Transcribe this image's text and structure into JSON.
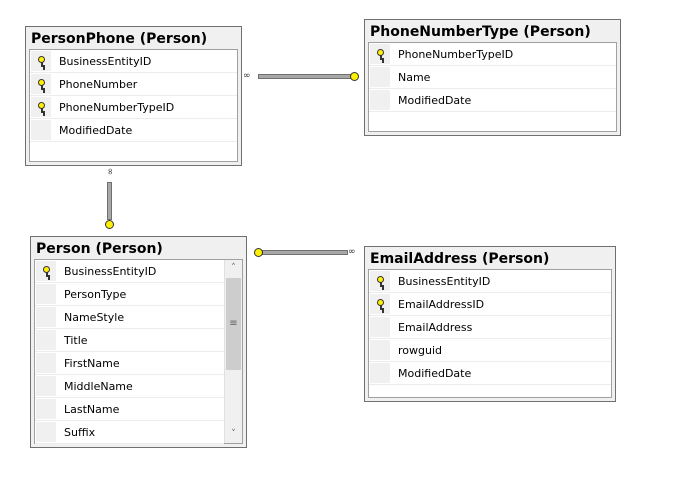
{
  "tables": [
    {
      "id": "personphone",
      "title": "PersonPhone (Person)",
      "columns": [
        {
          "name": "BusinessEntityID",
          "pk": true
        },
        {
          "name": "PhoneNumber",
          "pk": true
        },
        {
          "name": "PhoneNumberTypeID",
          "pk": true
        },
        {
          "name": "ModifiedDate",
          "pk": false
        }
      ]
    },
    {
      "id": "phonenumbertype",
      "title": "PhoneNumberType (Person)",
      "columns": [
        {
          "name": "PhoneNumberTypeID",
          "pk": true
        },
        {
          "name": "Name",
          "pk": false
        },
        {
          "name": "ModifiedDate",
          "pk": false
        }
      ]
    },
    {
      "id": "person",
      "title": "Person (Person)",
      "scrollable": true,
      "columns": [
        {
          "name": "BusinessEntityID",
          "pk": true
        },
        {
          "name": "PersonType",
          "pk": false
        },
        {
          "name": "NameStyle",
          "pk": false
        },
        {
          "name": "Title",
          "pk": false
        },
        {
          "name": "FirstName",
          "pk": false
        },
        {
          "name": "MiddleName",
          "pk": false
        },
        {
          "name": "LastName",
          "pk": false
        },
        {
          "name": "Suffix",
          "pk": false
        }
      ]
    },
    {
      "id": "emailaddress",
      "title": "EmailAddress (Person)",
      "columns": [
        {
          "name": "BusinessEntityID",
          "pk": true
        },
        {
          "name": "EmailAddressID",
          "pk": true
        },
        {
          "name": "EmailAddress",
          "pk": false
        },
        {
          "name": "rowguid",
          "pk": false
        },
        {
          "name": "ModifiedDate",
          "pk": false
        }
      ]
    }
  ],
  "relationships": [
    {
      "from": "PersonPhone",
      "to": "PhoneNumberType",
      "type": "many-to-one"
    },
    {
      "from": "PersonPhone",
      "to": "Person",
      "type": "many-to-one"
    },
    {
      "from": "EmailAddress",
      "to": "Person",
      "type": "many-to-one"
    }
  ],
  "scroll_icons": {
    "up": "˄",
    "down": "˅",
    "grip": "≡"
  }
}
